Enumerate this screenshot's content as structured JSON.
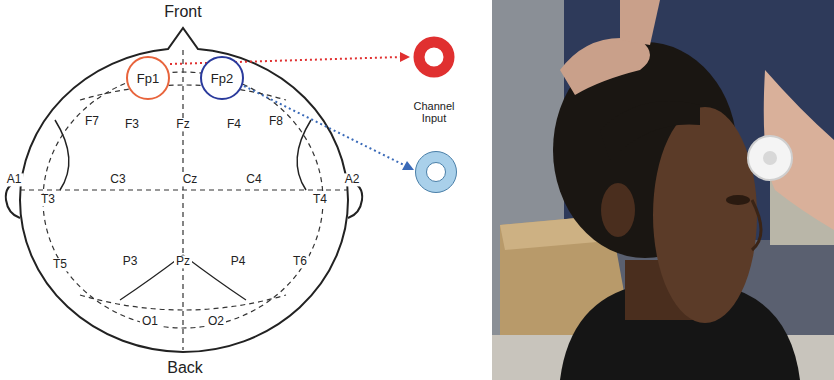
{
  "diagram": {
    "nodes": [
      {
        "text": [
          "Fp1"
        ]
      },
      {
        "text": [
          "Fp2"
        ]
      }
    ],
    "labels": [
      "Front",
      "Back",
      "Channel Input",
      "F7",
      "F3",
      "Fz",
      "F4",
      "F8",
      "A1",
      "T3",
      "C3",
      "Cz",
      "C4",
      "T4",
      "A2",
      "T5",
      "P3",
      "Pz",
      "P4",
      "T6",
      "O1",
      "O2"
    ]
  }
}
